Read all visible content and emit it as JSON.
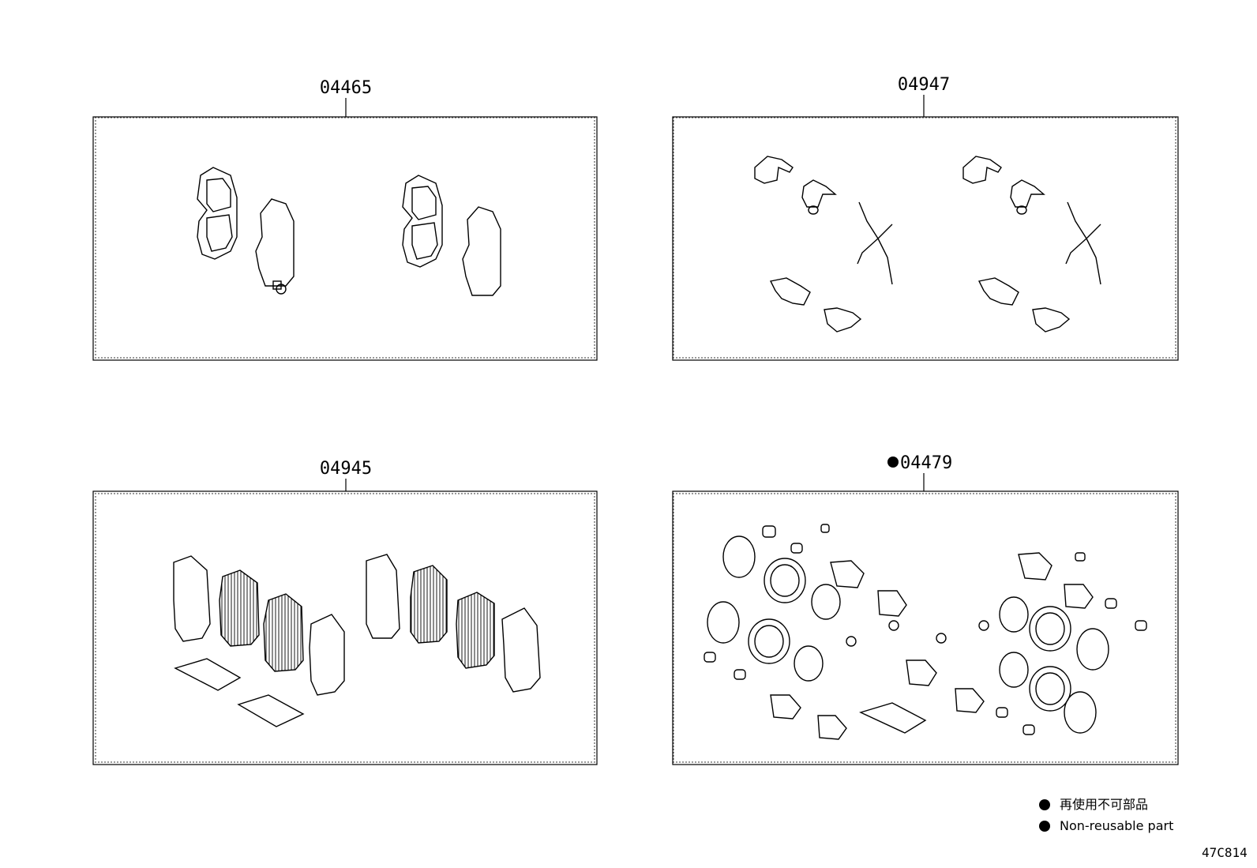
{
  "groups": [
    {
      "part_number": "04465",
      "non_reusable": false
    },
    {
      "part_number": "04947",
      "non_reusable": false
    },
    {
      "part_number": "04945",
      "non_reusable": false
    },
    {
      "part_number": "04479",
      "non_reusable": true
    }
  ],
  "legend": {
    "jp": "再使用不可部品",
    "en": "Non-reusable part"
  },
  "illustration_code": "47C814"
}
